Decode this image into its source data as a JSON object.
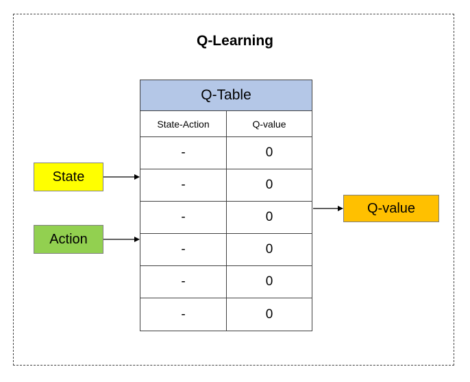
{
  "title": "Q-Learning",
  "table": {
    "header": "Q-Table",
    "columns": [
      "State-Action",
      "Q-value"
    ],
    "rows": [
      {
        "state_action": "-",
        "q_value": "0"
      },
      {
        "state_action": "-",
        "q_value": "0"
      },
      {
        "state_action": "-",
        "q_value": "0"
      },
      {
        "state_action": "-",
        "q_value": "0"
      },
      {
        "state_action": "-",
        "q_value": "0"
      },
      {
        "state_action": "-",
        "q_value": "0"
      }
    ]
  },
  "inputs": {
    "state": "State",
    "action": "Action"
  },
  "output": {
    "q_value": "Q-value"
  },
  "colors": {
    "table_header": "#b4c7e7",
    "state": "#ffff00",
    "action": "#92d050",
    "q_value": "#ffc000",
    "frame": "#404040"
  }
}
